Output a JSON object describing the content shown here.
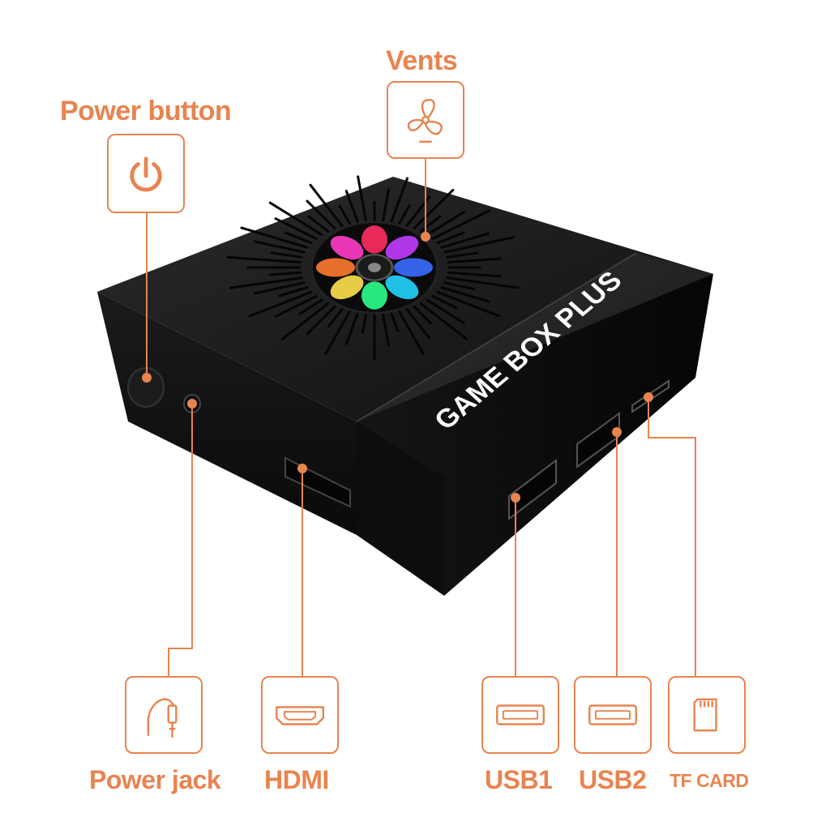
{
  "product": {
    "brand_text": "GAME BOX PLUS",
    "colors": {
      "accent": "#e8844f",
      "body": "#141414",
      "fan_colors": [
        "#ff2e63",
        "#c13cff",
        "#3b6cff",
        "#22d4ff",
        "#2bff88",
        "#ffe14d",
        "#ff7a2e",
        "#ff3cc7"
      ]
    }
  },
  "callouts": {
    "power_button": {
      "label": "Power button",
      "icon": "power-icon"
    },
    "vents": {
      "label": "Vents",
      "icon": "fan-icon"
    },
    "power_jack": {
      "label": "Power jack",
      "icon": "plug-jack-icon"
    },
    "hdmi": {
      "label": "HDMI",
      "icon": "hdmi-port-icon"
    },
    "usb1": {
      "label": "USB1",
      "icon": "usb-port-icon"
    },
    "usb2": {
      "label": "USB2",
      "icon": "usb-port-icon"
    },
    "tf_card": {
      "label": "TF CARD",
      "icon": "sd-card-icon"
    }
  }
}
